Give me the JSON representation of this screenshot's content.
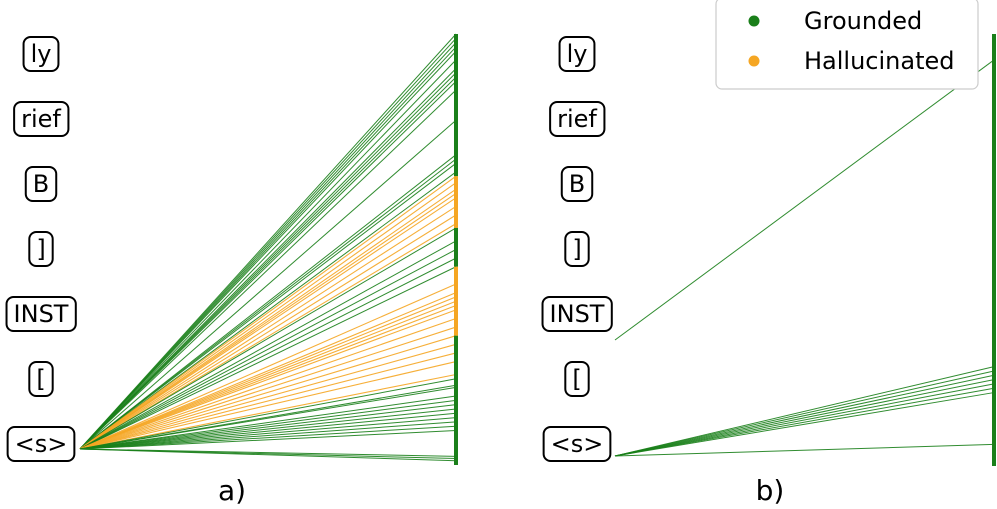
{
  "colors": {
    "grounded": "#1a7f1a",
    "hallucinated": "#f5a623"
  },
  "panels": [
    {
      "label": "a)",
      "tokens": [
        "ly",
        "rief",
        "B",
        "]",
        "INST",
        "[",
        "<s>"
      ],
      "connections": [
        {
          "target": 0.0,
          "class": "grounded"
        },
        {
          "target": 0.01,
          "class": "grounded"
        },
        {
          "target": 0.02,
          "class": "grounded"
        },
        {
          "target": 0.03,
          "class": "grounded"
        },
        {
          "target": 0.04,
          "class": "grounded"
        },
        {
          "target": 0.06,
          "class": "grounded"
        },
        {
          "target": 0.08,
          "class": "grounded"
        },
        {
          "target": 0.09,
          "class": "grounded"
        },
        {
          "target": 0.1,
          "class": "grounded"
        },
        {
          "target": 0.11,
          "class": "grounded"
        },
        {
          "target": 0.13,
          "class": "grounded"
        },
        {
          "target": 0.2,
          "class": "grounded"
        },
        {
          "target": 0.28,
          "class": "grounded"
        },
        {
          "target": 0.29,
          "class": "grounded"
        },
        {
          "target": 0.3,
          "class": "grounded"
        },
        {
          "target": 0.32,
          "class": "grounded"
        },
        {
          "target": 0.33,
          "class": "hallucinated"
        },
        {
          "target": 0.345,
          "class": "hallucinated"
        },
        {
          "target": 0.36,
          "class": "hallucinated"
        },
        {
          "target": 0.37,
          "class": "hallucinated"
        },
        {
          "target": 0.38,
          "class": "hallucinated"
        },
        {
          "target": 0.4,
          "class": "hallucinated"
        },
        {
          "target": 0.42,
          "class": "hallucinated"
        },
        {
          "target": 0.44,
          "class": "hallucinated"
        },
        {
          "target": 0.45,
          "class": "grounded"
        },
        {
          "target": 0.48,
          "class": "grounded"
        },
        {
          "target": 0.5,
          "class": "grounded"
        },
        {
          "target": 0.52,
          "class": "grounded"
        },
        {
          "target": 0.54,
          "class": "grounded"
        },
        {
          "target": 0.58,
          "class": "hallucinated"
        },
        {
          "target": 0.6,
          "class": "hallucinated"
        },
        {
          "target": 0.61,
          "class": "hallucinated"
        },
        {
          "target": 0.62,
          "class": "hallucinated"
        },
        {
          "target": 0.63,
          "class": "hallucinated"
        },
        {
          "target": 0.64,
          "class": "hallucinated"
        },
        {
          "target": 0.66,
          "class": "hallucinated"
        },
        {
          "target": 0.68,
          "class": "hallucinated"
        },
        {
          "target": 0.7,
          "class": "hallucinated"
        },
        {
          "target": 0.72,
          "class": "hallucinated"
        },
        {
          "target": 0.74,
          "class": "hallucinated"
        },
        {
          "target": 0.76,
          "class": "hallucinated"
        },
        {
          "target": 0.79,
          "class": "hallucinated"
        },
        {
          "target": 0.8,
          "class": "grounded"
        },
        {
          "target": 0.815,
          "class": "grounded"
        },
        {
          "target": 0.82,
          "class": "grounded"
        },
        {
          "target": 0.84,
          "class": "grounded"
        },
        {
          "target": 0.85,
          "class": "grounded"
        },
        {
          "target": 0.86,
          "class": "grounded"
        },
        {
          "target": 0.87,
          "class": "grounded"
        },
        {
          "target": 0.88,
          "class": "grounded"
        },
        {
          "target": 0.89,
          "class": "grounded"
        },
        {
          "target": 0.9,
          "class": "grounded"
        },
        {
          "target": 0.91,
          "class": "grounded"
        },
        {
          "target": 0.92,
          "class": "grounded"
        },
        {
          "target": 0.98,
          "class": "grounded"
        },
        {
          "target": 0.985,
          "class": "grounded"
        },
        {
          "target": 0.99,
          "class": "grounded"
        }
      ],
      "segments": [
        {
          "from": 0.0,
          "to": 0.33,
          "class": "grounded"
        },
        {
          "from": 0.33,
          "to": 0.45,
          "class": "hallucinated"
        },
        {
          "from": 0.45,
          "to": 0.54,
          "class": "grounded"
        },
        {
          "from": 0.54,
          "to": 0.7,
          "class": "hallucinated"
        },
        {
          "from": 0.7,
          "to": 1.0,
          "class": "grounded"
        }
      ]
    },
    {
      "label": "b)",
      "tokens": [
        "ly",
        "rief",
        "B",
        "]",
        "INST",
        "[",
        "<s>"
      ],
      "connections": [
        {
          "target": 0.06,
          "class": "grounded",
          "from": 4.4
        },
        {
          "target": 0.77,
          "class": "grounded"
        },
        {
          "target": 0.78,
          "class": "grounded"
        },
        {
          "target": 0.79,
          "class": "grounded"
        },
        {
          "target": 0.8,
          "class": "grounded"
        },
        {
          "target": 0.81,
          "class": "grounded"
        },
        {
          "target": 0.82,
          "class": "grounded"
        },
        {
          "target": 0.83,
          "class": "grounded"
        },
        {
          "target": 0.95,
          "class": "grounded"
        }
      ],
      "segments": [
        {
          "from": 0.0,
          "to": 1.0,
          "class": "grounded"
        }
      ]
    }
  ],
  "legend": {
    "items": [
      {
        "label": "Grounded",
        "class": "grounded"
      },
      {
        "label": "Hallucinated",
        "class": "hallucinated"
      }
    ]
  }
}
